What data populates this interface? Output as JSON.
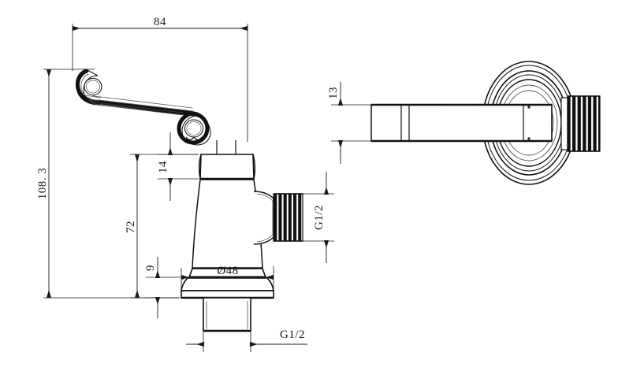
{
  "drawing": {
    "title": "Faucet technical drawing",
    "background_color": "#ffffff",
    "line_color": "#1a1a1a",
    "views": [
      {
        "name": "side-elevation-view",
        "description": "Side elevation of lever-handle faucet"
      },
      {
        "name": "top-plan-view",
        "description": "Top plan view of lever handle and escutcheon"
      }
    ]
  },
  "dimensions": {
    "overall_width": "84",
    "overall_height": "108. 3",
    "body_height": "72",
    "collar_height": "14",
    "base_height": "9",
    "base_diameter": "Ø48",
    "handle_thickness": "13",
    "outlet_thread": "G1/2",
    "inlet_thread": "G1/2"
  },
  "labels": [
    {
      "id": "dim-84",
      "text": "84",
      "orientation": "horizontal"
    },
    {
      "id": "dim-108-3",
      "text": "108. 3",
      "orientation": "vertical"
    },
    {
      "id": "dim-72",
      "text": "72",
      "orientation": "vertical"
    },
    {
      "id": "dim-14",
      "text": "14",
      "orientation": "vertical"
    },
    {
      "id": "dim-9",
      "text": "9",
      "orientation": "vertical"
    },
    {
      "id": "dim-d48",
      "text": "Ø48",
      "orientation": "horizontal"
    },
    {
      "id": "dim-13",
      "text": "13",
      "orientation": "vertical"
    },
    {
      "id": "dim-g12-outlet",
      "text": "G1/2",
      "orientation": "vertical"
    },
    {
      "id": "dim-g12-inlet",
      "text": "G1/2",
      "orientation": "horizontal"
    }
  ]
}
